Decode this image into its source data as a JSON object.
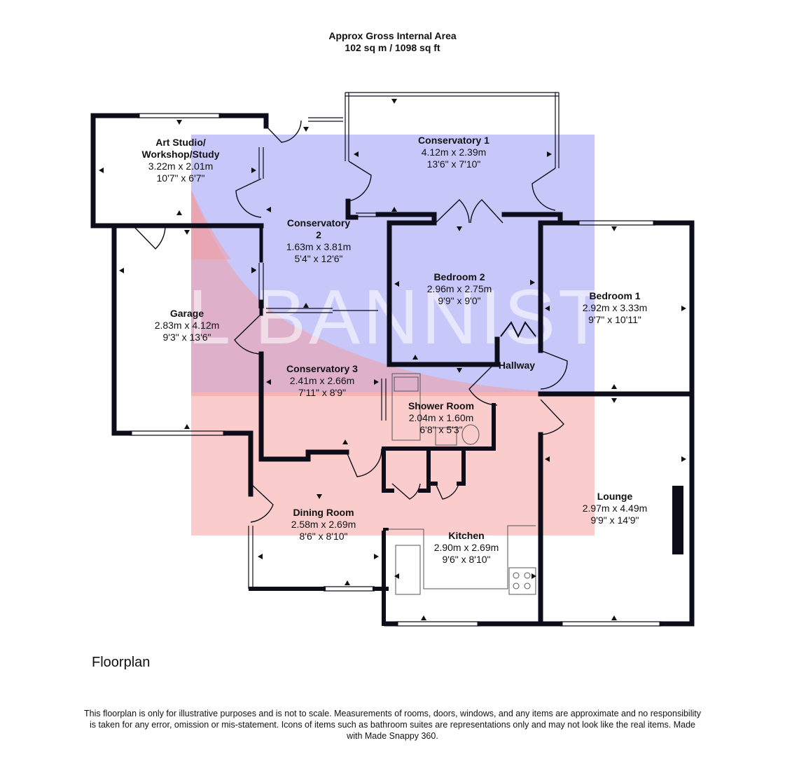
{
  "header": {
    "area_title": "Approx Gross Internal Area",
    "area_value": "102 sq m / 1098 sq ft"
  },
  "watermark": {
    "text": "BILL BANNISTER",
    "colors": {
      "blue": "#8f8ff5",
      "pink": "#f59a9a"
    }
  },
  "rooms": [
    {
      "name_lines": [
        "Art Studio/",
        "Workshop/Study"
      ],
      "metric": "3.22m x 2.01m",
      "imperial": "10'7\" x 6'7\""
    },
    {
      "name_lines": [
        "Conservatory 1"
      ],
      "metric": "4.12m x 2.39m",
      "imperial": "13'6\" x 7'10\""
    },
    {
      "name_lines": [
        "Conservatory",
        "2"
      ],
      "metric": "1.63m x 3.81m",
      "imperial": "5'4\" x 12'6\""
    },
    {
      "name_lines": [
        "Bedroom 2"
      ],
      "metric": "2.96m x 2.75m",
      "imperial": "9'9\" x 9'0\""
    },
    {
      "name_lines": [
        "Bedroom 1"
      ],
      "metric": "2.92m x 3.33m",
      "imperial": "9'7\" x 10'11\""
    },
    {
      "name_lines": [
        "Garage"
      ],
      "metric": "2.83m x 4.12m",
      "imperial": "9'3\" x 13'6\""
    },
    {
      "name_lines": [
        "Hallway"
      ],
      "metric": "",
      "imperial": ""
    },
    {
      "name_lines": [
        "Conservatory 3"
      ],
      "metric": "2.41m x 2.66m",
      "imperial": "7'11\" x 8'9\""
    },
    {
      "name_lines": [
        "Shower Room"
      ],
      "metric": "2.04m x 1.60m",
      "imperial": "6'8\" x 5'3\""
    },
    {
      "name_lines": [
        "Lounge"
      ],
      "metric": "2.97m x 4.49m",
      "imperial": "9'9\" x 14'9\""
    },
    {
      "name_lines": [
        "Dining Room"
      ],
      "metric": "2.58m x 2.69m",
      "imperial": "8'6\" x 8'10\""
    },
    {
      "name_lines": [
        "Kitchen"
      ],
      "metric": "2.90m x 2.69m",
      "imperial": "9'6\" x 8'10\""
    }
  ],
  "floor_label": "Floorplan",
  "disclaimer": "This floorplan is only for illustrative purposes and is not to scale. Measurements of rooms, doors, windows, and any items are approximate and no responsibility is taken for any error, omission or mis-statement. Icons of items such as bathroom suites are representations only and may not look like the real items. Made with Made Snappy 360."
}
